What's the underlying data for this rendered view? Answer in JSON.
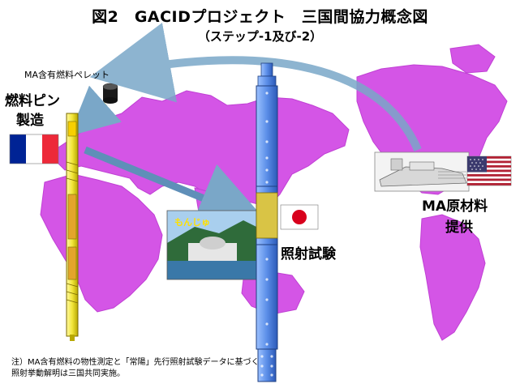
{
  "title": "図2　GACIDプロジェクト　三国間協力概念図",
  "subtitle": "（ステップ-1及び-2）",
  "labels": {
    "pellet": "MA含有燃料ペレット",
    "fuel_pin_line1": "燃料ピン",
    "fuel_pin_line2": "製造",
    "irradiation_test": "照射試験",
    "ma_raw_line1": "MA原材料",
    "ma_raw_line2": "提供",
    "monju": "もんじゅ"
  },
  "note": {
    "line1": "注）MA含有燃料の物性測定と「常陽」先行照射試験データに基づく",
    "line2": "照射挙動解明は三国共同実施。"
  },
  "colors": {
    "continents": "#d455e6",
    "fuel_pin": "#f2e63a",
    "assembly": "#5b8ee8",
    "arrows": "#7aa7c8",
    "france_blue": "#002395",
    "france_red": "#ed2939",
    "japan_red": "#d8001c",
    "usa_red": "#b22234",
    "usa_blue": "#3c3b6e"
  },
  "flags": [
    "france-flag",
    "japan-flag",
    "usa-flag"
  ]
}
